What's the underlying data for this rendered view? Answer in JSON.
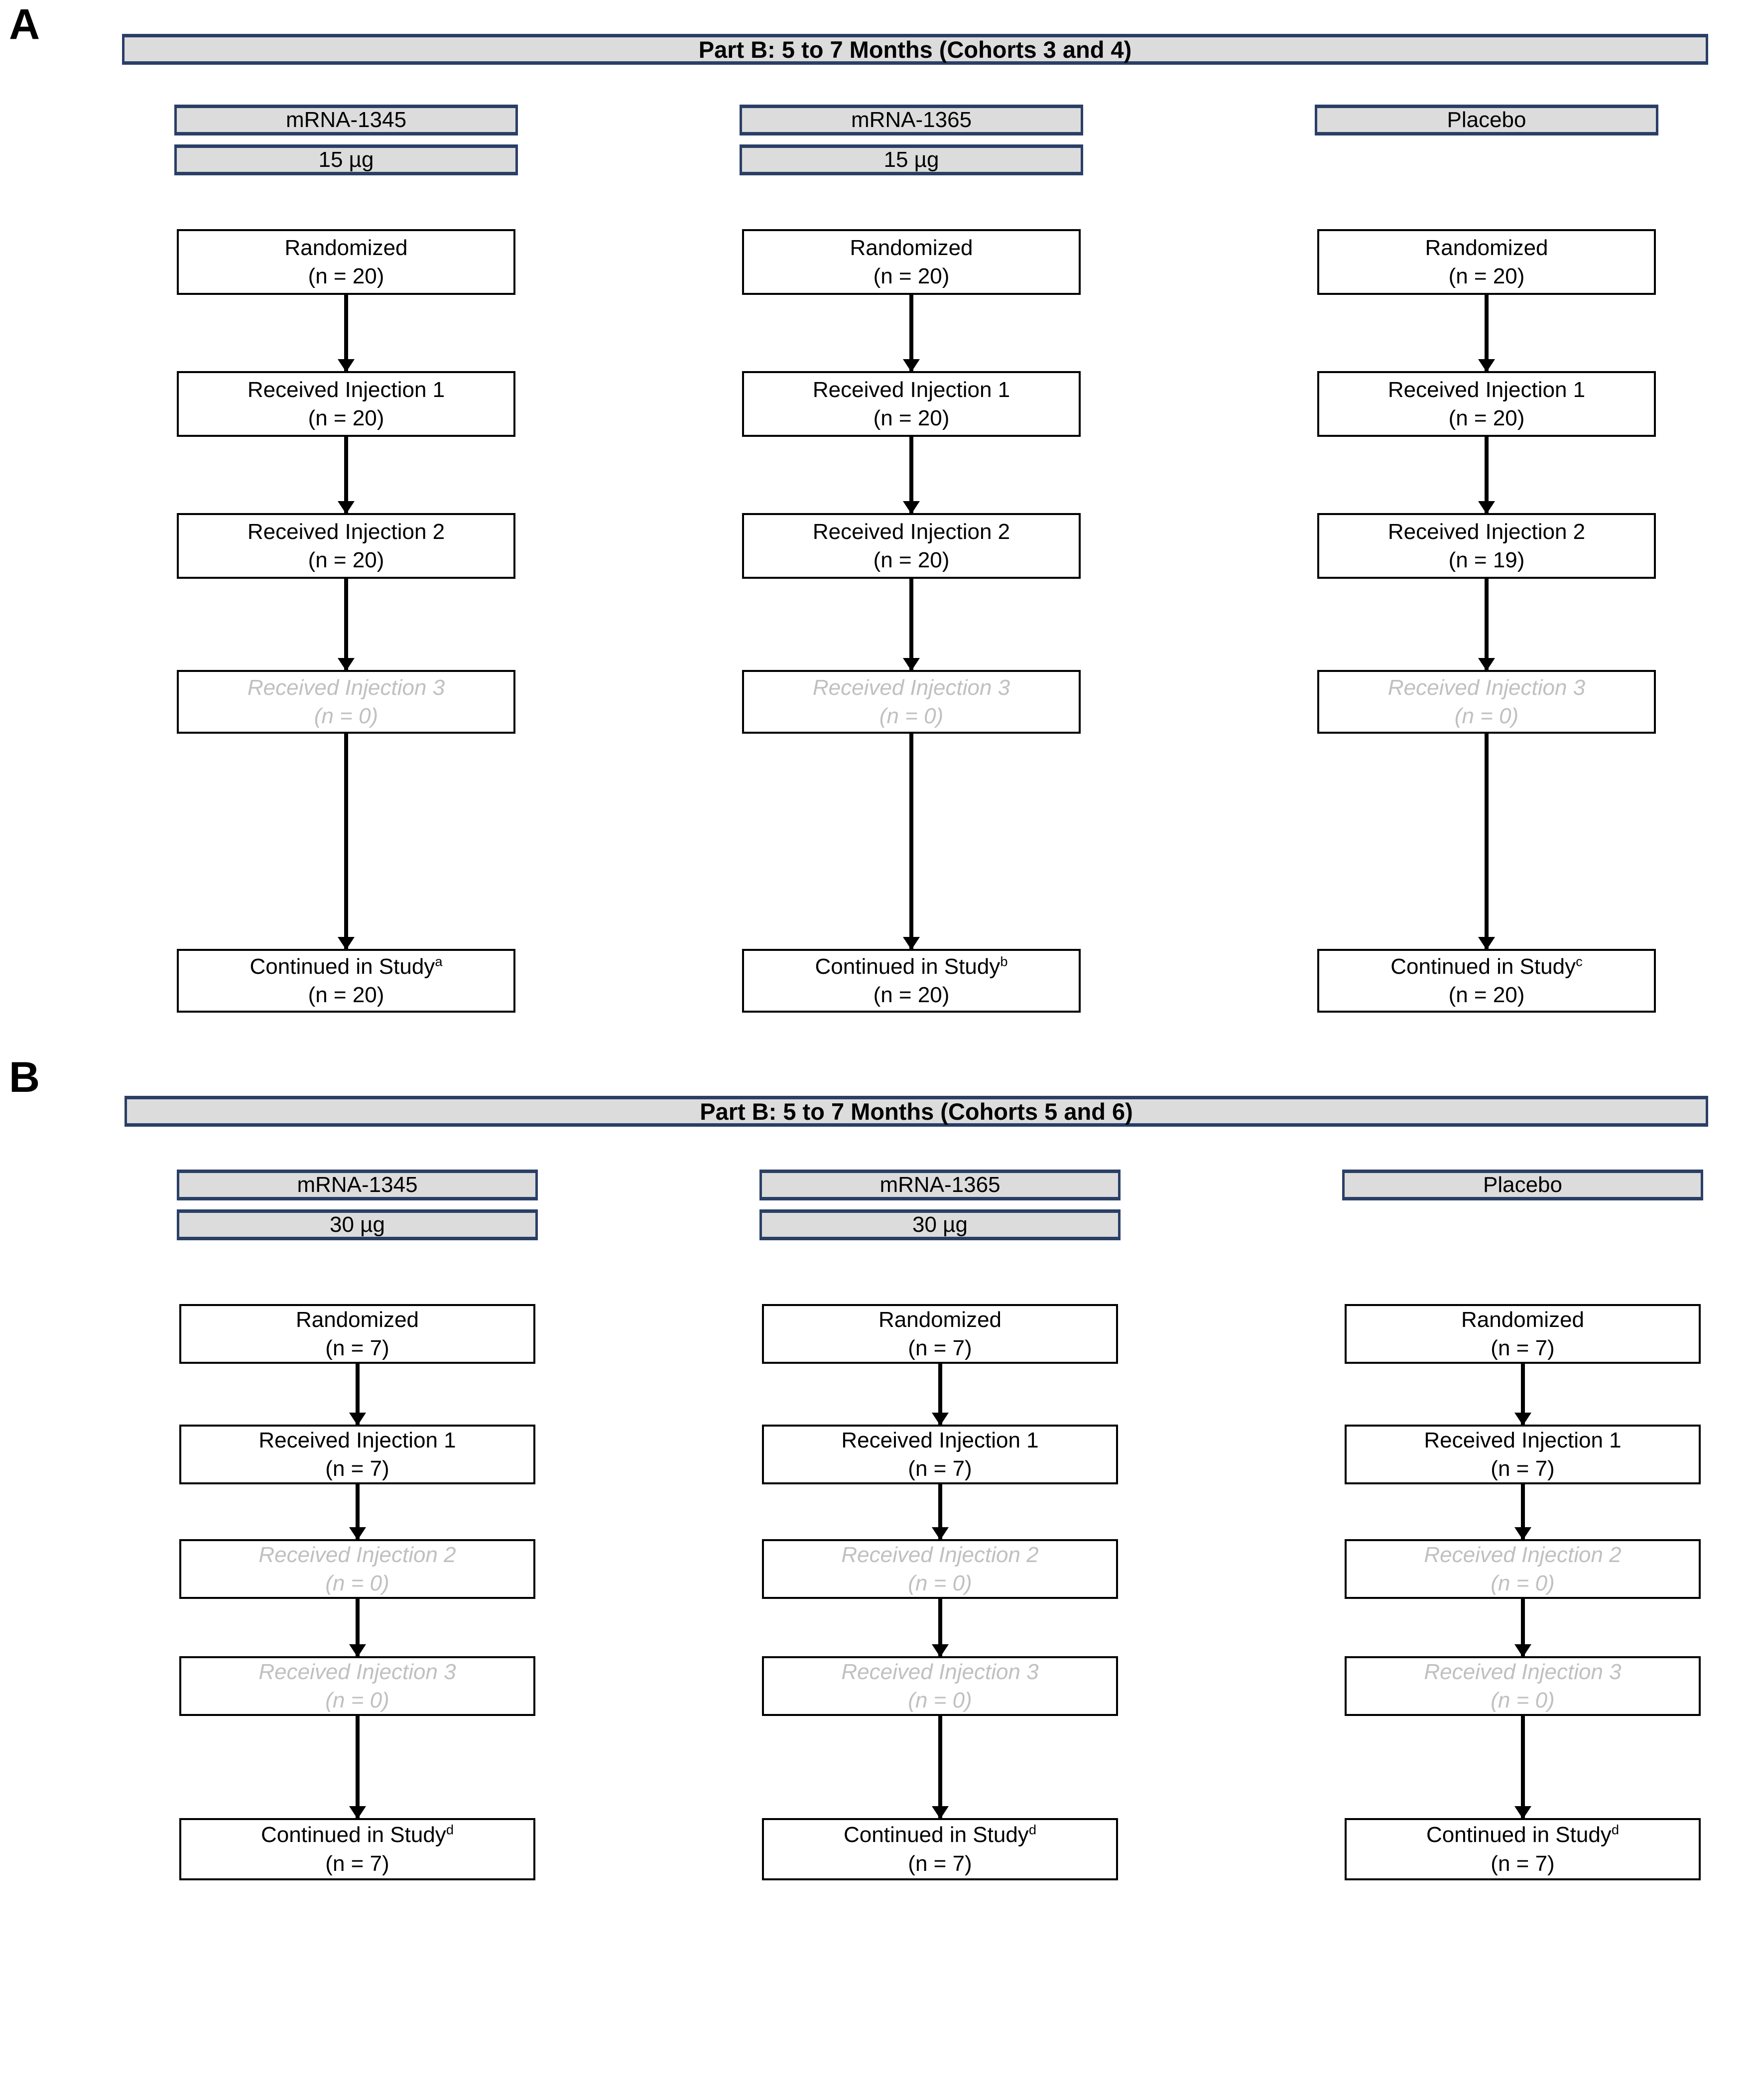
{
  "figure": {
    "panels": [
      {
        "letter": "A",
        "title": "Part B: 5 to 7 Months (Cohorts 3 and 4)",
        "columns": [
          {
            "group": "mRNA-1345",
            "dose": "15 µg",
            "steps": [
              {
                "label": "Randomized",
                "n": "(n = 20)",
                "dim": false,
                "sup": ""
              },
              {
                "label": "Received Injection 1",
                "n": "(n = 20)",
                "dim": false,
                "sup": ""
              },
              {
                "label": "Received Injection 2",
                "n": "(n = 20)",
                "dim": false,
                "sup": ""
              },
              {
                "label": "Received Injection 3",
                "n": "(n = 0)",
                "dim": true,
                "sup": ""
              },
              {
                "label": "Continued in Study",
                "n": "(n = 20)",
                "dim": false,
                "sup": "a"
              }
            ]
          },
          {
            "group": "mRNA-1365",
            "dose": "15 µg",
            "steps": [
              {
                "label": "Randomized",
                "n": "(n = 20)",
                "dim": false,
                "sup": ""
              },
              {
                "label": "Received Injection 1",
                "n": "(n = 20)",
                "dim": false,
                "sup": ""
              },
              {
                "label": "Received Injection 2",
                "n": "(n = 20)",
                "dim": false,
                "sup": ""
              },
              {
                "label": "Received Injection 3",
                "n": "(n = 0)",
                "dim": true,
                "sup": ""
              },
              {
                "label": "Continued in Study",
                "n": "(n = 20)",
                "dim": false,
                "sup": "b"
              }
            ]
          },
          {
            "group": "Placebo",
            "dose": "",
            "steps": [
              {
                "label": "Randomized",
                "n": "(n = 20)",
                "dim": false,
                "sup": ""
              },
              {
                "label": "Received Injection 1",
                "n": "(n = 20)",
                "dim": false,
                "sup": ""
              },
              {
                "label": "Received Injection 2",
                "n": "(n = 19)",
                "dim": false,
                "sup": ""
              },
              {
                "label": "Received Injection 3",
                "n": "(n = 0)",
                "dim": true,
                "sup": ""
              },
              {
                "label": "Continued in Study",
                "n": "(n = 20)",
                "dim": false,
                "sup": "c"
              }
            ]
          }
        ]
      },
      {
        "letter": "B",
        "title": "Part B: 5 to 7 Months (Cohorts 5 and 6)",
        "columns": [
          {
            "group": "mRNA-1345",
            "dose": "30 µg",
            "steps": [
              {
                "label": "Randomized",
                "n": "(n = 7)",
                "dim": false,
                "sup": ""
              },
              {
                "label": "Received Injection 1",
                "n": "(n = 7)",
                "dim": false,
                "sup": ""
              },
              {
                "label": "Received Injection 2",
                "n": "(n = 0)",
                "dim": true,
                "sup": ""
              },
              {
                "label": "Received Injection 3",
                "n": "(n = 0)",
                "dim": true,
                "sup": ""
              },
              {
                "label": "Continued in Study",
                "n": "(n = 7)",
                "dim": false,
                "sup": "d"
              }
            ]
          },
          {
            "group": "mRNA-1365",
            "dose": "30 µg",
            "steps": [
              {
                "label": "Randomized",
                "n": "(n = 7)",
                "dim": false,
                "sup": ""
              },
              {
                "label": "Received Injection 1",
                "n": "(n = 7)",
                "dim": false,
                "sup": ""
              },
              {
                "label": "Received Injection 2",
                "n": "(n = 0)",
                "dim": true,
                "sup": ""
              },
              {
                "label": "Received Injection 3",
                "n": "(n = 0)",
                "dim": true,
                "sup": ""
              },
              {
                "label": "Continued in Study",
                "n": "(n = 7)",
                "dim": false,
                "sup": "d"
              }
            ]
          },
          {
            "group": "Placebo",
            "dose": "",
            "steps": [
              {
                "label": "Randomized",
                "n": "(n = 7)",
                "dim": false,
                "sup": ""
              },
              {
                "label": "Received Injection 1",
                "n": "(n = 7)",
                "dim": false,
                "sup": ""
              },
              {
                "label": "Received Injection 2",
                "n": "(n = 0)",
                "dim": true,
                "sup": ""
              },
              {
                "label": "Received Injection 3",
                "n": "(n = 0)",
                "dim": true,
                "sup": ""
              },
              {
                "label": "Continued in Study",
                "n": "(n = 7)",
                "dim": false,
                "sup": "d"
              }
            ]
          }
        ]
      }
    ],
    "colors": {
      "header_border": "#2a3f66",
      "header_fill": "#dcdcdc",
      "box_border": "#000000",
      "dim_text": "#c0c0c0"
    }
  }
}
